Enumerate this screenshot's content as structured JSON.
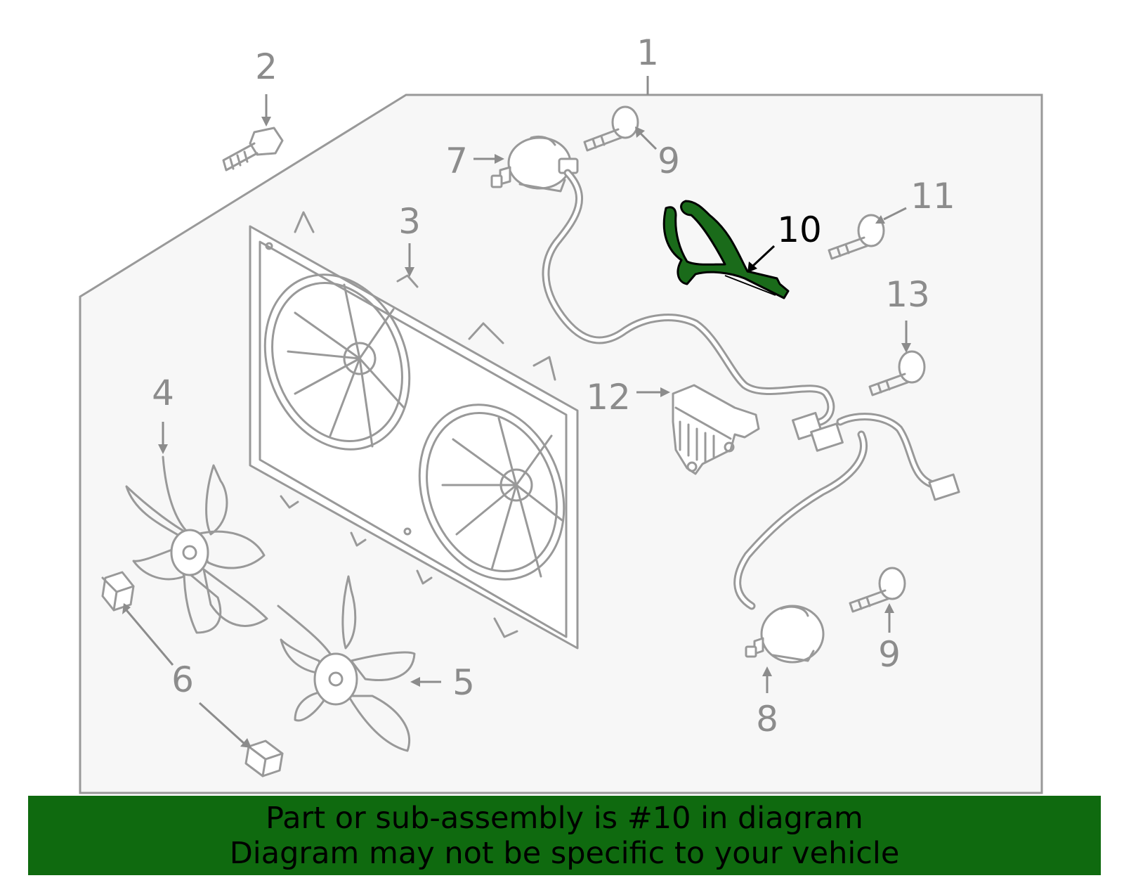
{
  "diagram": {
    "callouts": [
      {
        "id": "1",
        "label": "1"
      },
      {
        "id": "2",
        "label": "2"
      },
      {
        "id": "3",
        "label": "3"
      },
      {
        "id": "4",
        "label": "4"
      },
      {
        "id": "5",
        "label": "5"
      },
      {
        "id": "6",
        "label": "6"
      },
      {
        "id": "7",
        "label": "7"
      },
      {
        "id": "8",
        "label": "8"
      },
      {
        "id": "9a",
        "label": "9"
      },
      {
        "id": "9b",
        "label": "9"
      },
      {
        "id": "10",
        "label": "10"
      },
      {
        "id": "11",
        "label": "11"
      },
      {
        "id": "12",
        "label": "12"
      },
      {
        "id": "13",
        "label": "13"
      }
    ],
    "highlighted_part": "10",
    "colors": {
      "line": "#999999",
      "label": "#8c8c8c",
      "panel_fill": "#f7f7f7",
      "highlight": "#1a6b1a",
      "banner": "#0f6a0f"
    }
  },
  "banner": {
    "line1": "Part or sub-assembly is #10 in diagram",
    "line2": "Diagram may not be specific to your vehicle"
  }
}
